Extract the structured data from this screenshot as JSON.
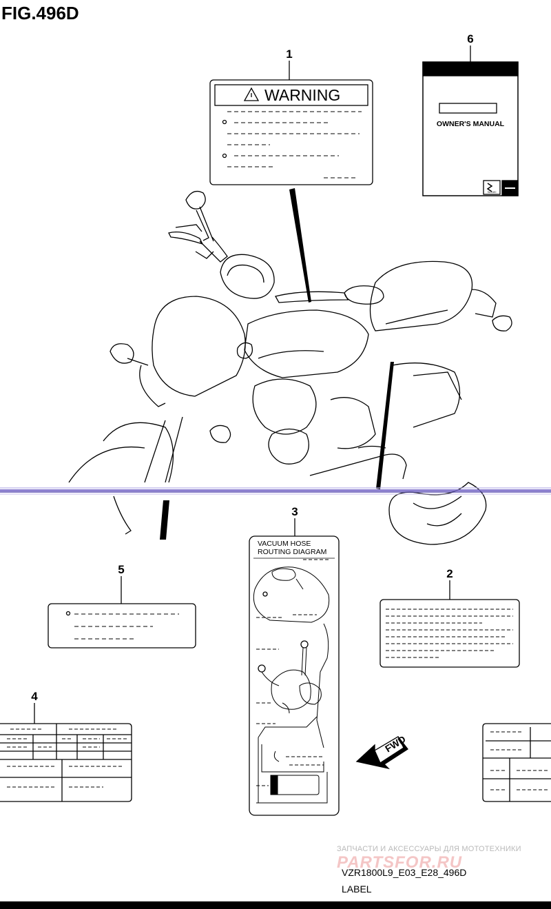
{
  "figure": {
    "title": "FIG.496D"
  },
  "callouts": [
    "1",
    "2",
    "3",
    "4",
    "5",
    "6"
  ],
  "labels": {
    "warning": {
      "heading": "WARNING"
    },
    "manual": {
      "title": "OWNER'S MANUAL",
      "brand_mark": "SUZUKI"
    },
    "vacuum": {
      "line1": "VACUUM HOSE",
      "line2": "ROUTING DIAGRAM"
    }
  },
  "fwd_arrow": {
    "text": "FWD"
  },
  "watermark": {
    "tagline": "ЗАПЧАСТИ И АКСЕССУАРЫ ДЛЯ МОТОТЕХНИКИ",
    "site": "PARTSFOR.RU"
  },
  "document": {
    "code": "VZR1800L9_E03_E28_496D",
    "name": "LABEL"
  },
  "colors": {
    "ink": "#000000",
    "scan_artifact": "#7a6cc9",
    "watermark": "#f4c6c6"
  }
}
